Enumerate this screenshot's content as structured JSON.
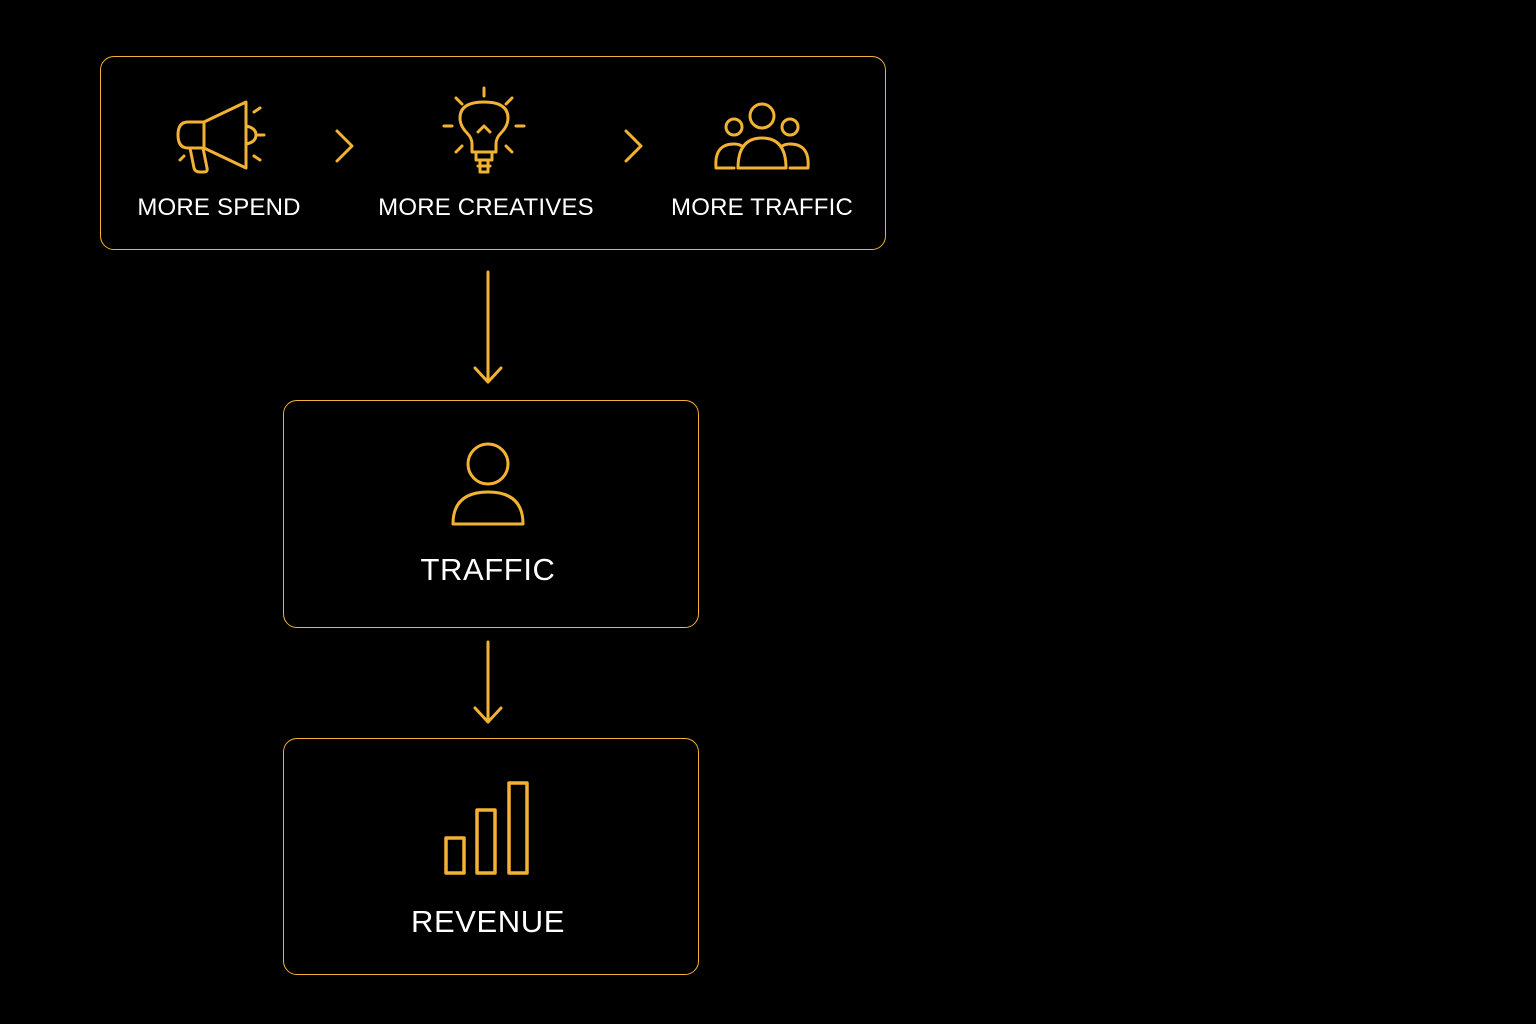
{
  "colors": {
    "background": "#000000",
    "accent": "#F2B233",
    "text": "#FFFFFF"
  },
  "top_row": {
    "steps": [
      {
        "icon": "megaphone-icon",
        "label": "MORE SPEND"
      },
      {
        "icon": "lightbulb-icon",
        "label": "MORE CREATIVES"
      },
      {
        "icon": "users-group-icon",
        "label": "MORE TRAFFIC"
      }
    ],
    "separator_icon": "chevron-right-icon"
  },
  "flow": [
    {
      "icon": "user-icon",
      "label": "TRAFFIC"
    },
    {
      "icon": "bar-chart-icon",
      "label": "REVENUE"
    }
  ],
  "connector_icon": "arrow-down-icon"
}
